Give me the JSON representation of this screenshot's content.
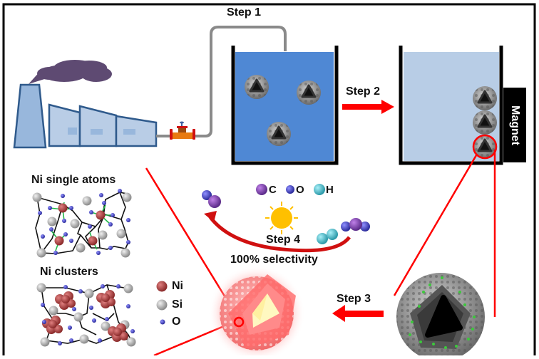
{
  "diagram": {
    "steps": [
      {
        "id": "step1",
        "label": "Step 1"
      },
      {
        "id": "step2",
        "label": "Step 2"
      },
      {
        "id": "step3",
        "label": "Step 3"
      },
      {
        "id": "step4",
        "label": "Step 4"
      }
    ],
    "magnet_label": "Magnet",
    "selectivity_label": "100% selectivity",
    "panels": {
      "single_atoms_title": "Ni single atoms",
      "clusters_title": "Ni clusters"
    },
    "atom_legend": [
      {
        "symbol": "Ni",
        "color": "#b84545"
      },
      {
        "symbol": "Si",
        "color": "#b0b0b0"
      },
      {
        "symbol": "O",
        "color": "#5050c8"
      }
    ],
    "molecule_legend": [
      {
        "symbol": "C",
        "color": "#7a3fa8"
      },
      {
        "symbol": "O",
        "color": "#3f3fa8"
      },
      {
        "symbol": "H",
        "color": "#4fb8c8"
      }
    ],
    "colors": {
      "accent_red": "#ff0000",
      "beaker_full": "#4f88d4",
      "beaker_clear": "#b8cde6",
      "factory_fill": "#b9cde6",
      "factory_stroke": "#2f5a8c",
      "smoke": "#5e4a72",
      "pipe": "#8a8a8a",
      "valve": "#e87a10",
      "sun": "#ffc000"
    }
  }
}
